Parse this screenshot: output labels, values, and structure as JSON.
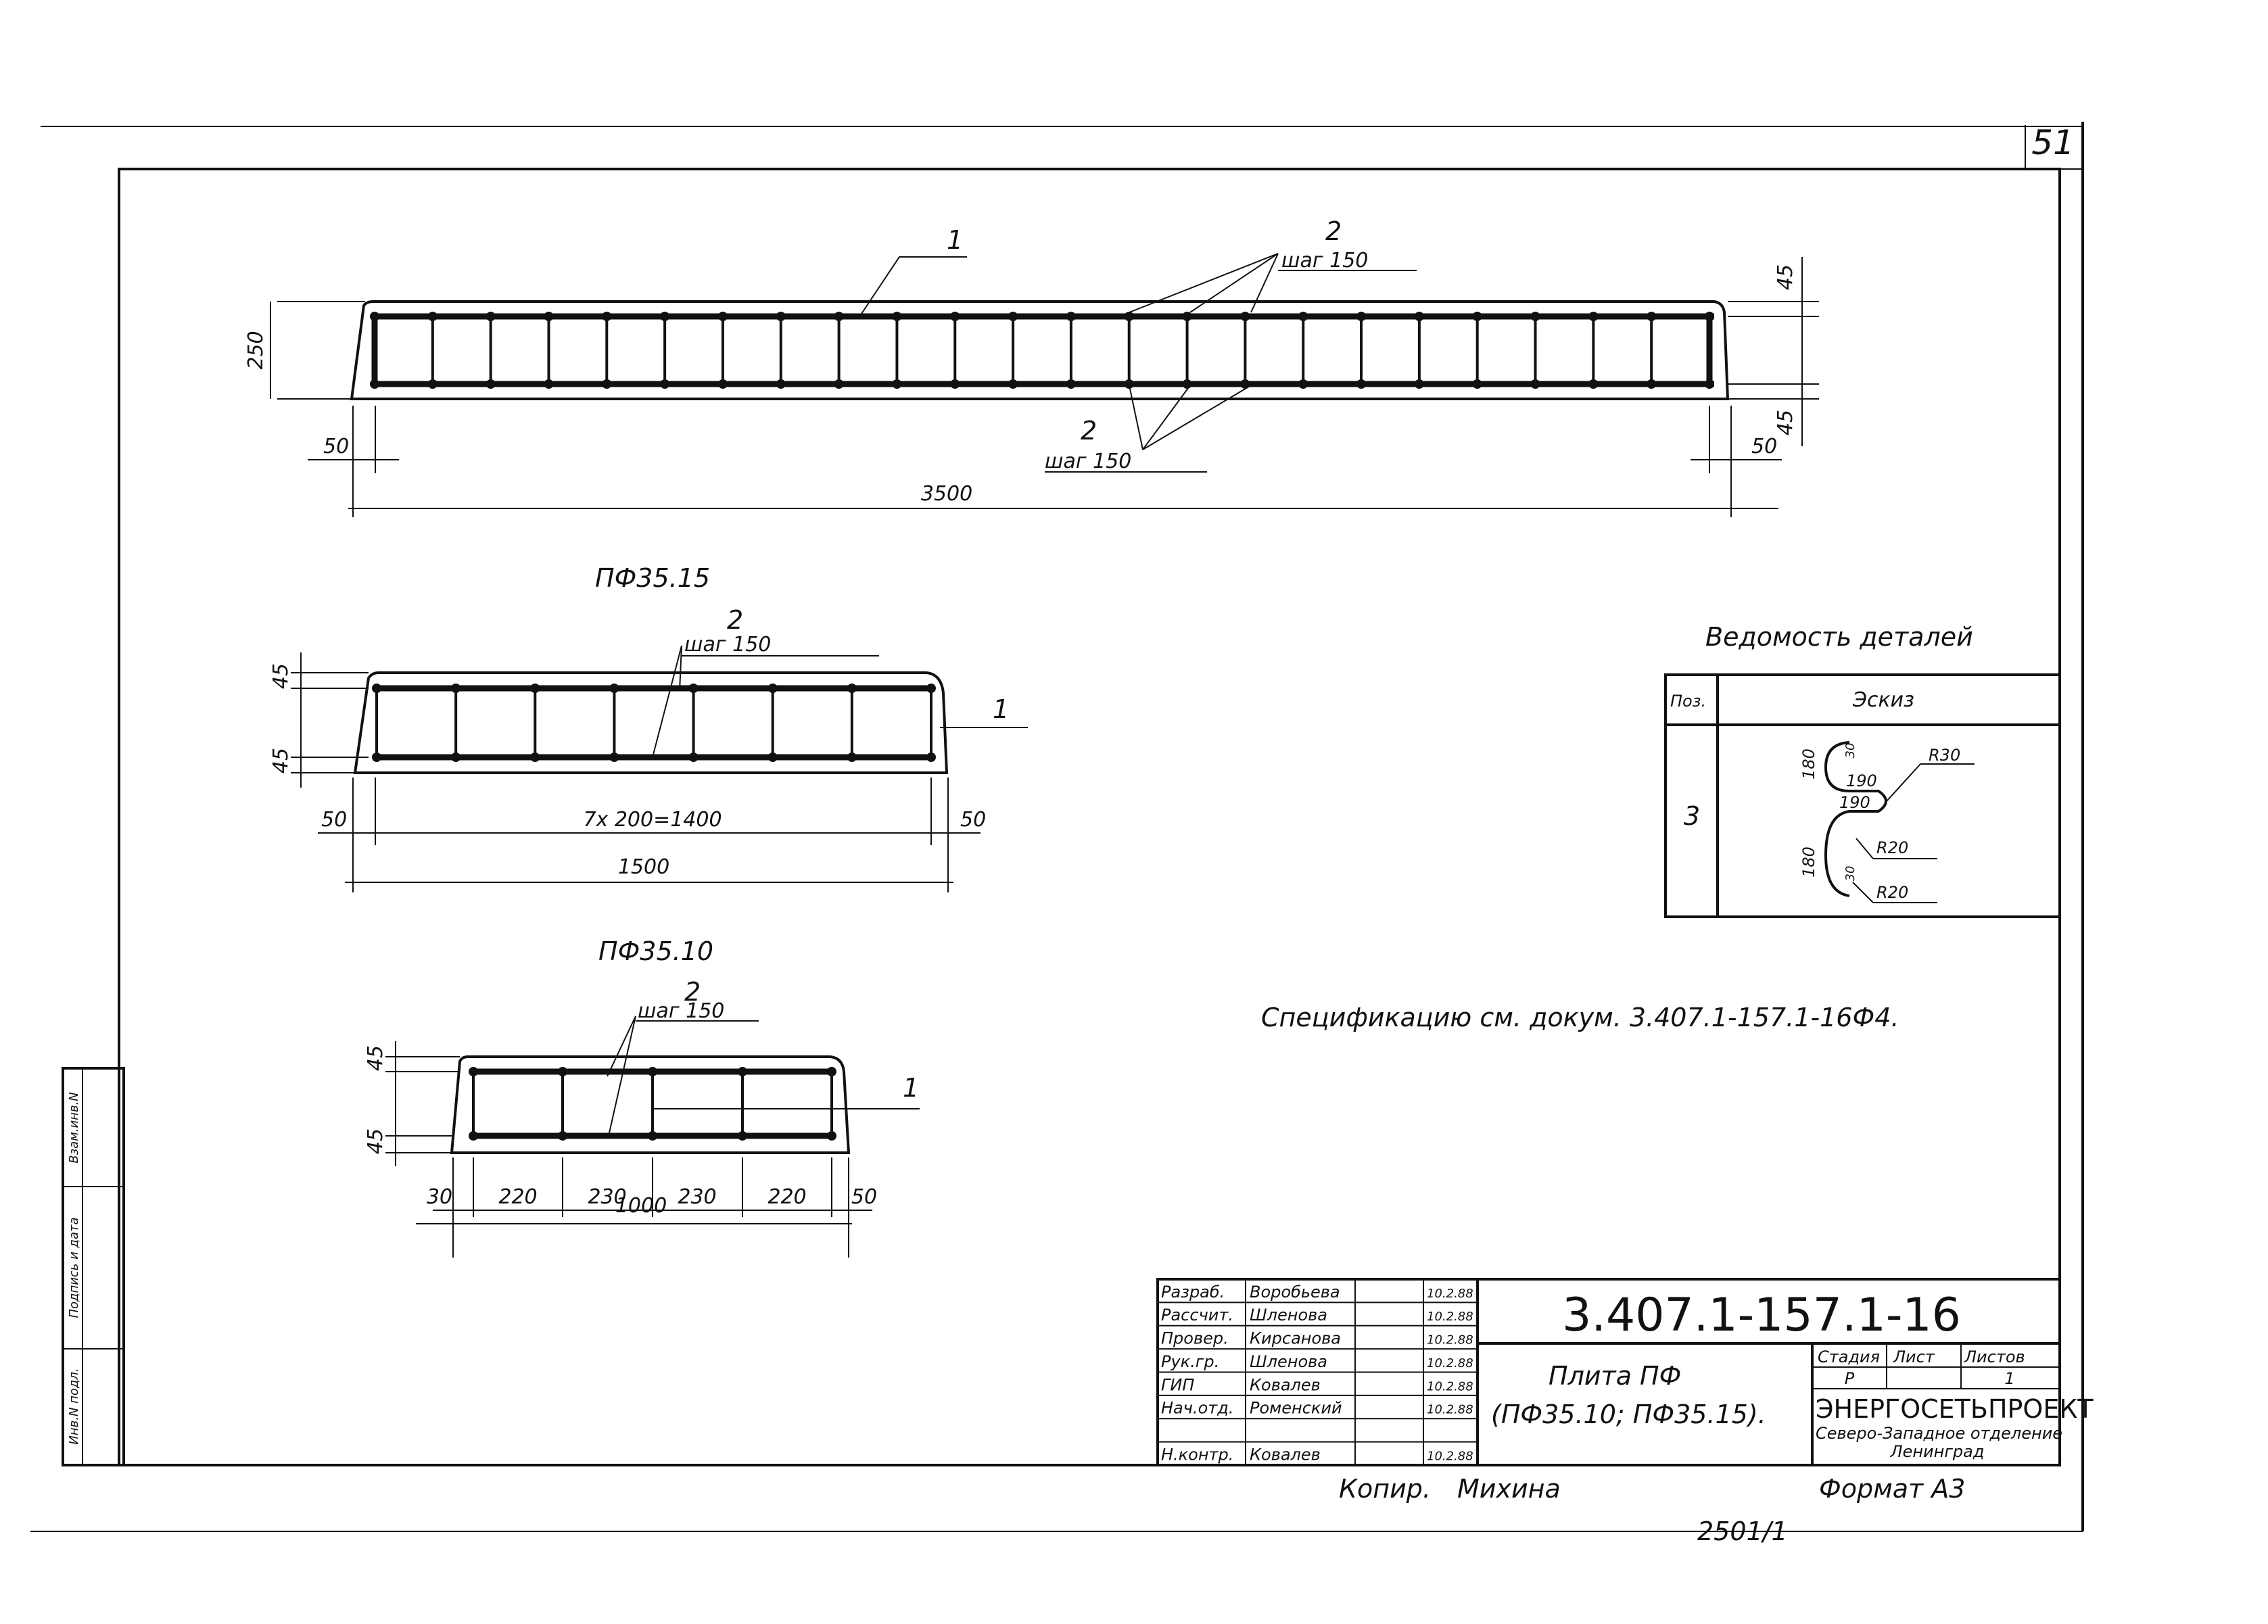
{
  "sheet": {
    "page_number": "51",
    "note": "Спецификацию см. докум. 3.407.1-157.1-16Ф4.",
    "format": "Формат А3",
    "copied_by": "Копир.",
    "copier_name": "Михина",
    "stamp_number": "2501/1"
  },
  "drawing_main": {
    "pos_rebar": "1",
    "pos_link_top": "2",
    "pitch_top": "шаг 150",
    "pos_link_bottom": "2",
    "pitch_bottom": "шаг 150",
    "height": "250",
    "cover_top": "45",
    "cover_bottom": "45",
    "end_left": "50",
    "end_right": "50",
    "length": "3500"
  },
  "drawing_pf3515": {
    "title": "ПФ35.15",
    "pos_link": "2",
    "pitch": "шаг 150",
    "pos_rebar": "1",
    "cover_top": "45",
    "cover_bottom": "45",
    "end_left": "50",
    "spacing": "7x 200=1400",
    "end_right": "50",
    "length": "1500"
  },
  "drawing_pf3510": {
    "title": "ПФ35.10",
    "pos_link": "2",
    "pitch": "шаг 150",
    "pos_rebar": "1",
    "cover_top": "45",
    "cover_bottom": "45",
    "spans": [
      "30",
      "220",
      "230",
      "230",
      "220",
      "50"
    ],
    "length": "1000"
  },
  "details_table": {
    "title": "Ведомость деталей",
    "headers": [
      "Поз.",
      "Эскиз"
    ],
    "position": "3",
    "sketch_labels": {
      "h_top": "180",
      "gap_top": "30",
      "w_top": "190",
      "w_mid": "190",
      "r1": "R30",
      "r2": "R20",
      "h_bottom": "180",
      "gap_bottom": "30",
      "r3": "R20"
    }
  },
  "side_stamp": {
    "cells": [
      "Инв.N подл.",
      "Подпись и дата",
      "Взам.инв.N"
    ]
  },
  "title_block": {
    "designation": "3.407.1-157.1-16",
    "product_name": "Плита ПФ",
    "product_variants": "(ПФ35.10; ПФ35.15).",
    "stage_headers": [
      "Стадия",
      "Лист",
      "Листов"
    ],
    "stage_values": [
      "Р",
      "",
      "1"
    ],
    "org_name": "ЭНЕРГОСЕТЬПРОЕКТ",
    "org_branch": "Северо-Западное отделение",
    "org_city": "Ленинград",
    "roles": [
      {
        "role": "Разраб.",
        "name": "Воробьева",
        "date": "10.2.88"
      },
      {
        "role": "Рассчит.",
        "name": "Шленова",
        "date": "10.2.88"
      },
      {
        "role": "Провер.",
        "name": "Кирсанова",
        "date": "10.2.88"
      },
      {
        "role": "Рук.гр.",
        "name": "Шленова",
        "date": "10.2.88"
      },
      {
        "role": "ГИП",
        "name": "Ковалев",
        "date": "10.2.88"
      },
      {
        "role": "Нач.отд.",
        "name": "Роменский",
        "date": "10.2.88"
      },
      {
        "role": "",
        "name": "",
        "date": ""
      },
      {
        "role": "Н.контр.",
        "name": "Ковалев",
        "date": "10.2.88"
      }
    ]
  }
}
